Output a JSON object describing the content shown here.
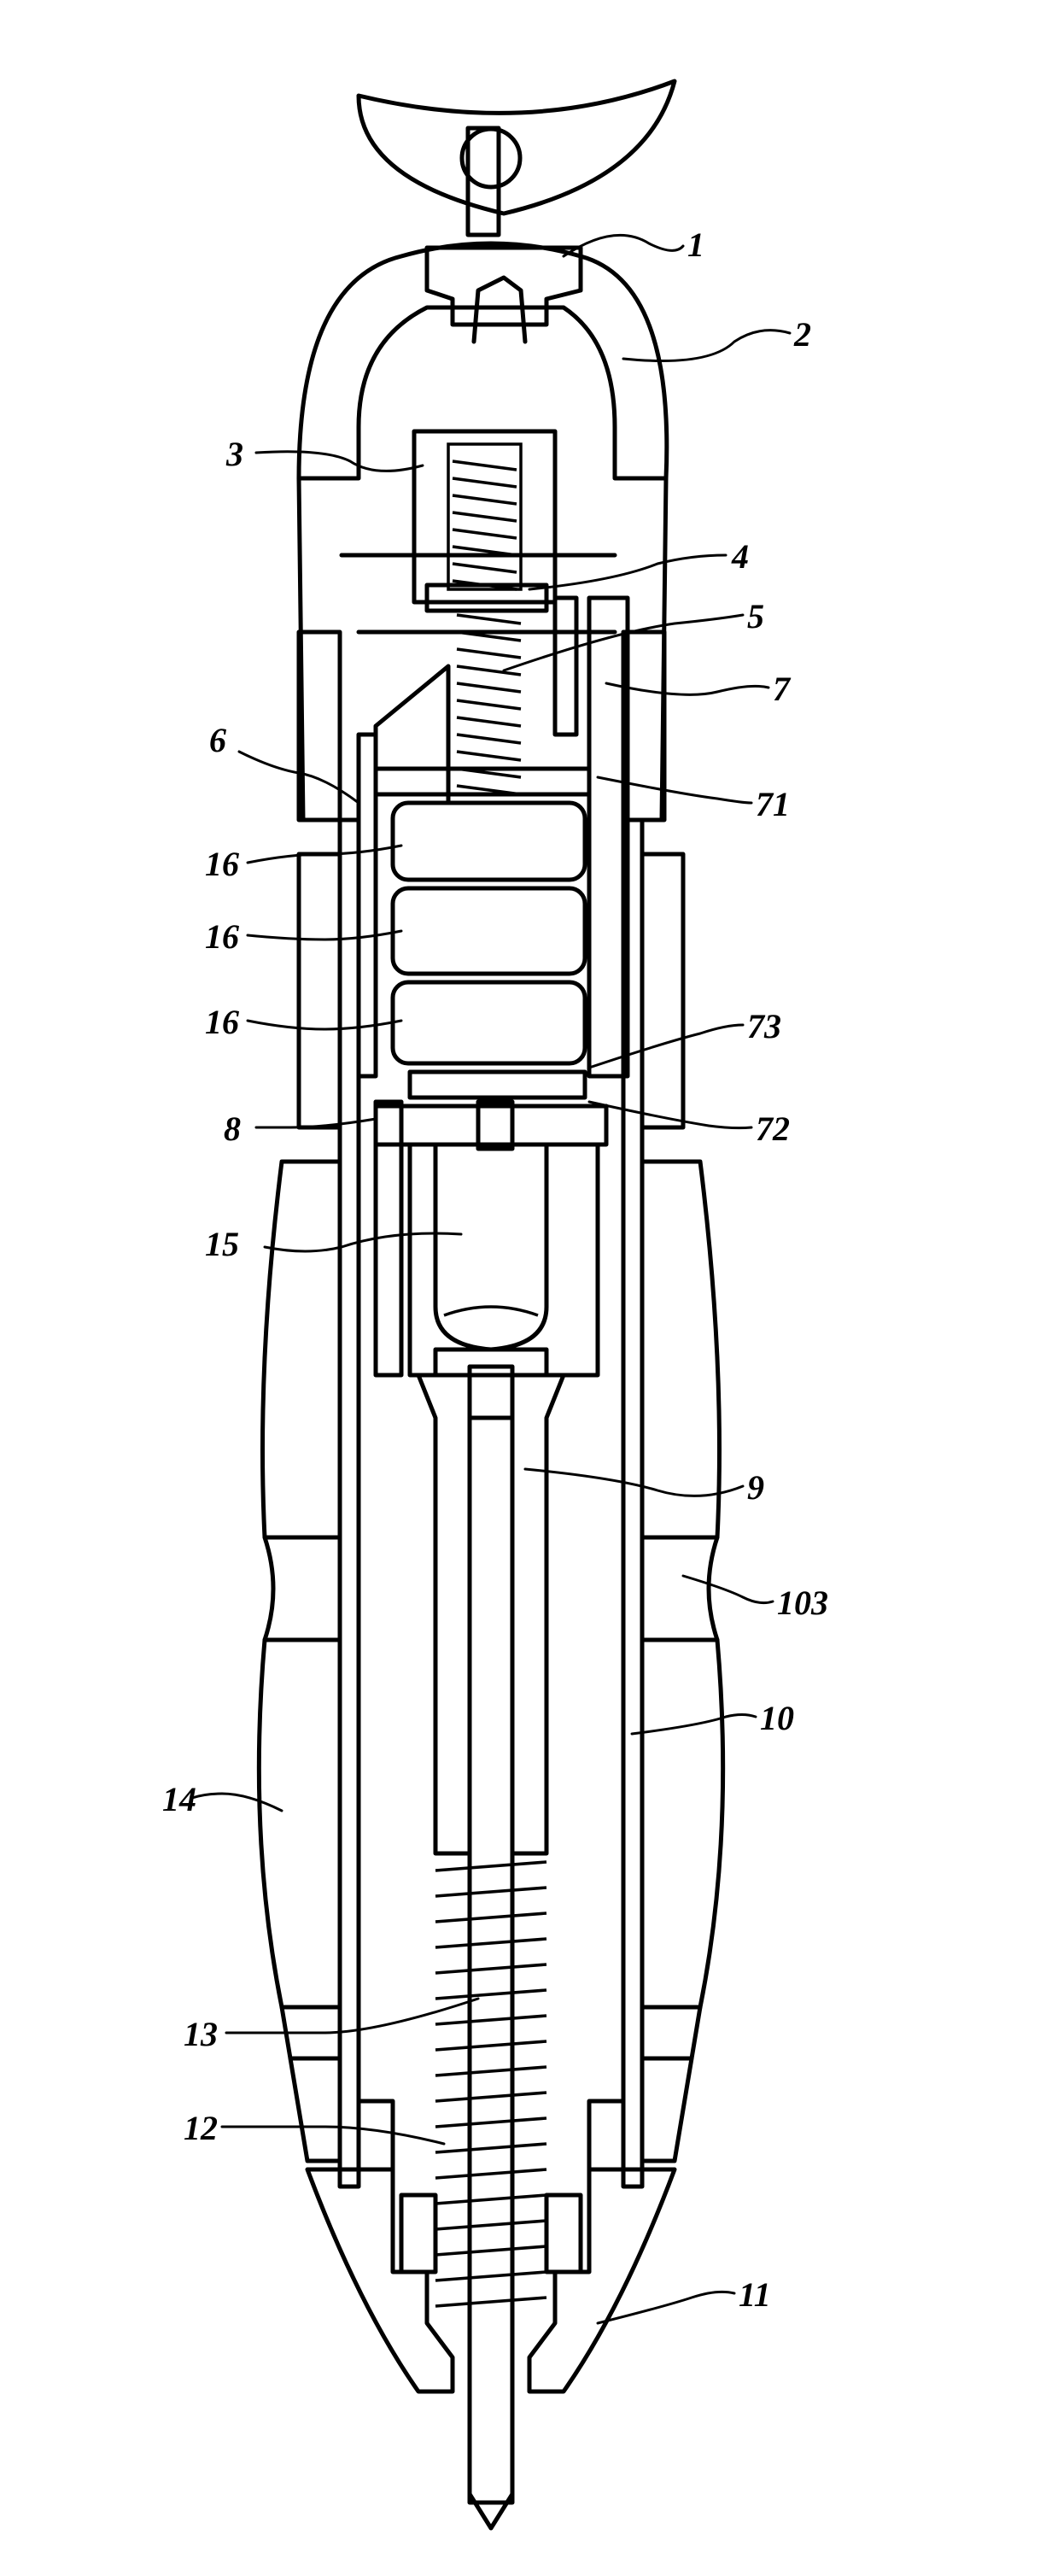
{
  "figure": {
    "labels": {
      "l1": "1",
      "l2": "2",
      "l3": "3",
      "l4": "4",
      "l5": "5",
      "l6": "6",
      "l7": "7",
      "l71": "71",
      "l16a": "16",
      "l16b": "16",
      "l16c": "16",
      "l73": "73",
      "l8": "8",
      "l72": "72",
      "l15": "15",
      "l9": "9",
      "l103": "103",
      "l14": "14",
      "l10": "10",
      "l13": "13",
      "l12": "12",
      "l11": "11"
    }
  }
}
